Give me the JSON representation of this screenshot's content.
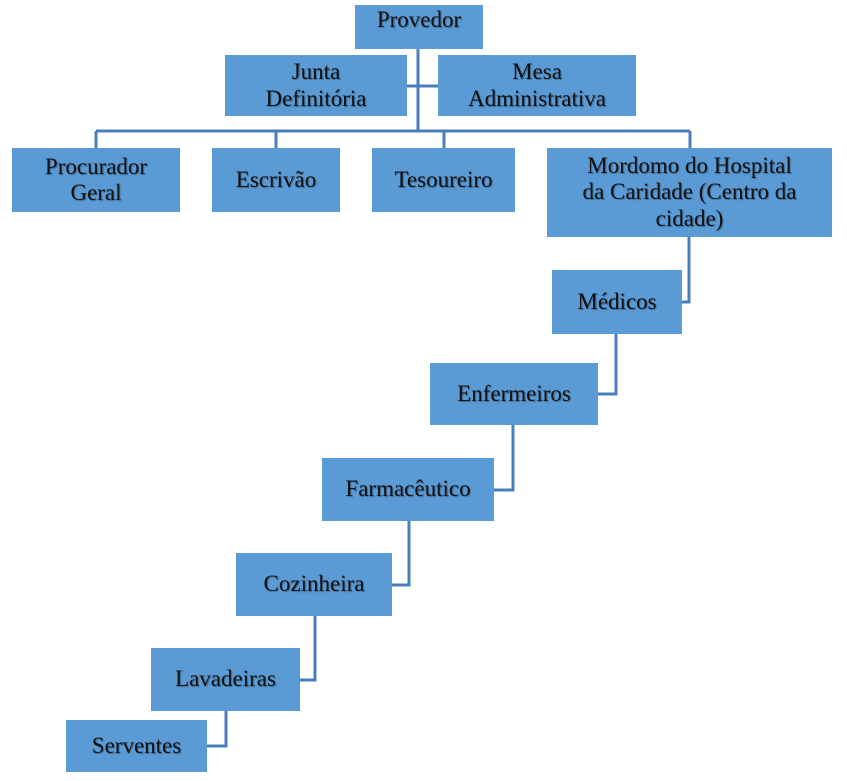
{
  "diagram": {
    "nodes": {
      "provedor": "Provedor",
      "junta": "Junta\nDefinitória",
      "mesa": "Mesa\nAdministrativa",
      "procurador": "Procurador\nGeral",
      "escrivao": "Escrivão",
      "tesoureiro": "Tesoureiro",
      "mordomo": "Mordomo do Hospital\nda Caridade (Centro da\ncidade)",
      "medicos": "Médicos",
      "enfermeiros": "Enfermeiros",
      "farmaceutico": "Farmacêutico",
      "cozinheira": "Cozinheira",
      "lavadeiras": "Lavadeiras",
      "serventes": "Serventes"
    },
    "edges": [
      [
        "provedor",
        "junta"
      ],
      [
        "provedor",
        "mesa"
      ],
      [
        "provedor",
        "procurador"
      ],
      [
        "provedor",
        "escrivao"
      ],
      [
        "provedor",
        "tesoureiro"
      ],
      [
        "provedor",
        "mordomo"
      ],
      [
        "mordomo",
        "medicos"
      ],
      [
        "medicos",
        "enfermeiros"
      ],
      [
        "enfermeiros",
        "farmaceutico"
      ],
      [
        "farmaceutico",
        "cozinheira"
      ],
      [
        "cozinheira",
        "lavadeiras"
      ],
      [
        "lavadeiras",
        "serventes"
      ]
    ],
    "colors": {
      "node_fill": "#5b9bd5",
      "connector": "#4a7ebb",
      "text": "#111111"
    }
  }
}
